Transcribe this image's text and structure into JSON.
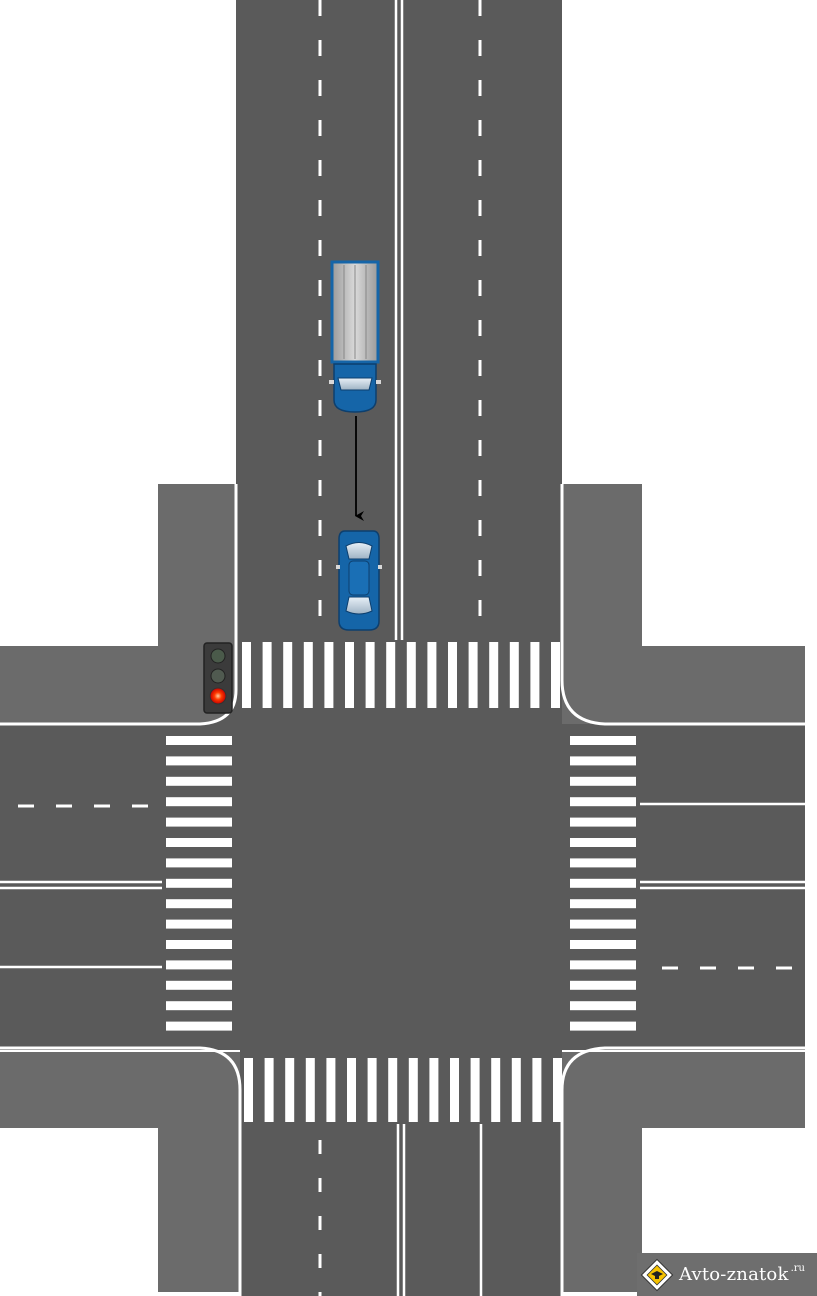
{
  "scene": {
    "title": "",
    "traffic_light": {
      "active_signal": "red",
      "signals": [
        "red",
        "yellow",
        "green"
      ]
    },
    "vehicles": [
      {
        "id": "truck",
        "type": "truck",
        "color": "#1565a8",
        "heading": "south"
      },
      {
        "id": "car",
        "type": "passenger-car",
        "color": "#1565a8",
        "heading": "south"
      }
    ],
    "movement_arrow": {
      "from": "truck",
      "to": "car"
    },
    "colors": {
      "asphalt": "#5b5b5b",
      "sidewalk": "#6a6a6a",
      "marking": "#ffffff",
      "vehicle": "#1565a8",
      "signal_red": "#ff2a00"
    }
  },
  "watermark": {
    "brand": "Avto-znatok",
    "suffix": ".ru"
  }
}
